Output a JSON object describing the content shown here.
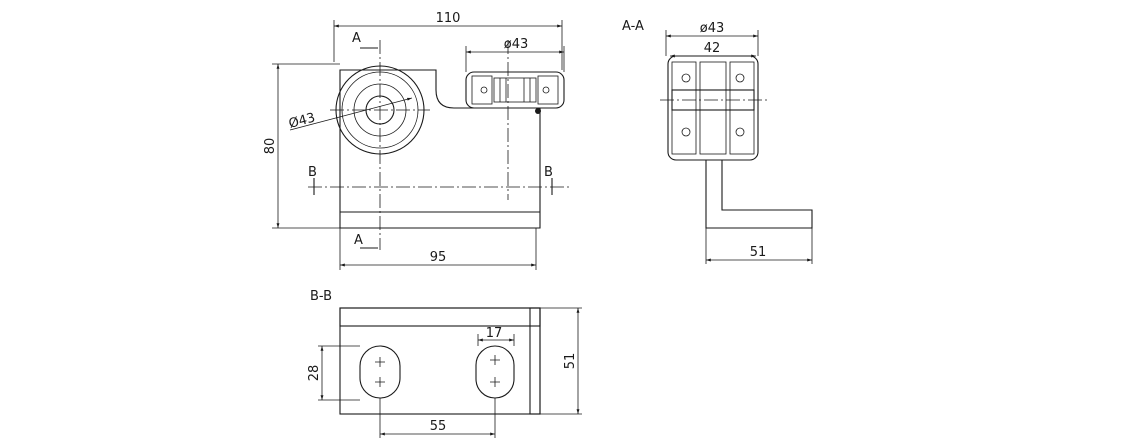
{
  "views": {
    "front": {
      "dims": {
        "width_top": "110",
        "diam_roller": "ø43",
        "diam_wheel": "Ø43",
        "height": "80",
        "width_bottom": "95"
      },
      "section_marks": {
        "a_top": "A",
        "a_bottom": "A",
        "b_left": "B",
        "b_right": "B"
      }
    },
    "section_aa": {
      "title": "A-A",
      "dims": {
        "diam": "ø43",
        "width": "42",
        "base": "51"
      }
    },
    "section_bb": {
      "title": "B-B",
      "dims": {
        "slot_width": "17",
        "slot_length": "28",
        "depth": "51",
        "spacing": "55"
      }
    }
  }
}
